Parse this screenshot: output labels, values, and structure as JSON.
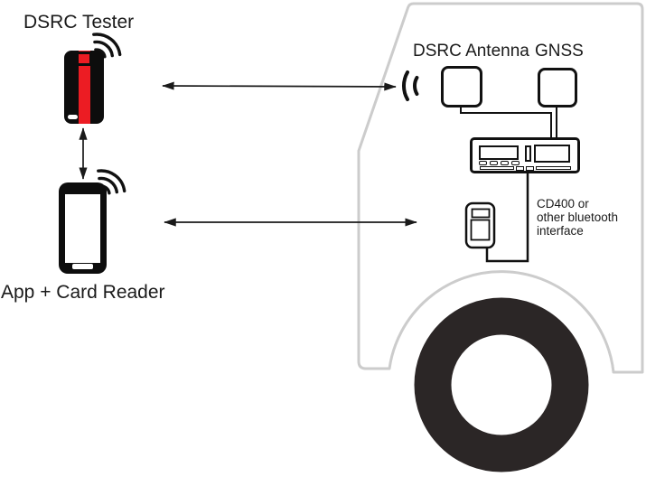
{
  "labels": {
    "tester": "DSRC Tester",
    "reader": "App + Card Reader",
    "antenna": "DSRC Antenna",
    "gnss": "GNSS",
    "interface": "CD400 or\nother bluetooth\ninterface"
  },
  "colors": {
    "background": "#ffffff",
    "line_black": "#1a1a1a",
    "device_black": "#0d0d0d",
    "accent_red": "#ec1c23",
    "truck_outline_gray": "#cccccc",
    "tire_black": "#2b2626"
  },
  "icons": {
    "tester_signal": "wireless-signal-icon",
    "phone_signal": "wireless-signal-icon",
    "antenna_waves": "radio-waves-icon"
  }
}
